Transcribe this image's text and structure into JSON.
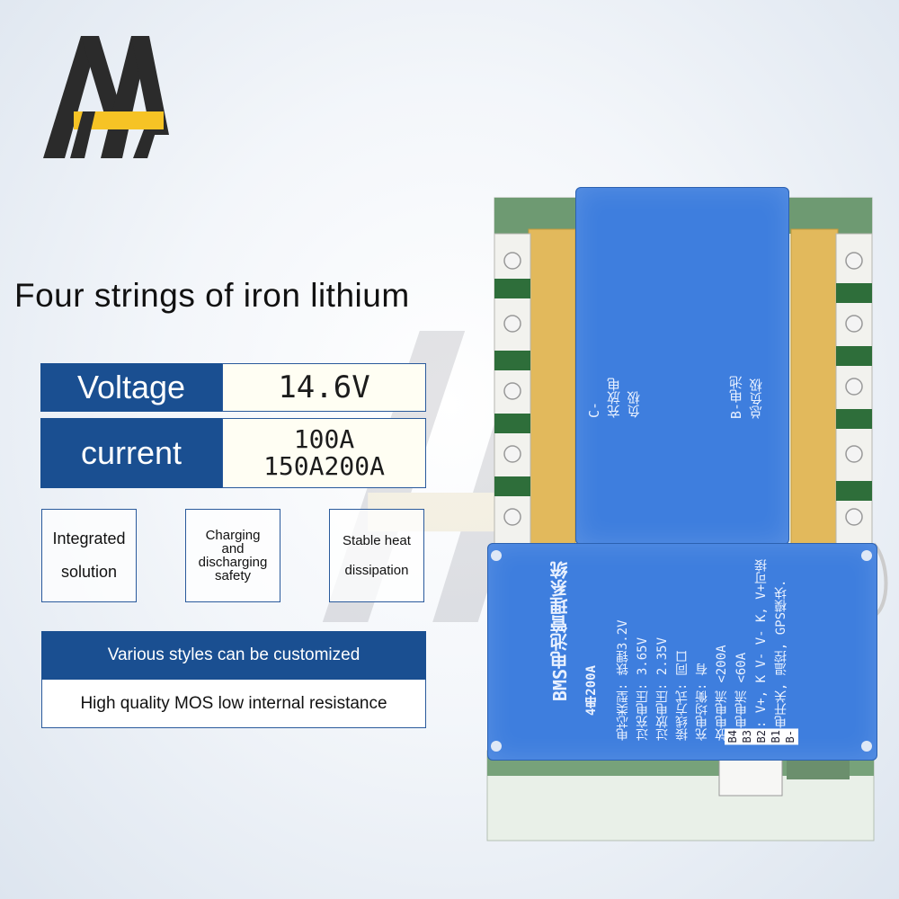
{
  "title": "Four strings of iron lithium",
  "specs": {
    "voltage_label": "Voltage",
    "voltage_value": "14.6V",
    "current_label": "current",
    "current_values": [
      "100A",
      "150A200A"
    ]
  },
  "features": [
    {
      "lines": [
        "Integrated",
        "solution"
      ]
    },
    {
      "lines": [
        "Charging",
        "and",
        "discharging",
        "safety"
      ]
    },
    {
      "lines": [
        "Stable heat",
        "dissipation"
      ]
    }
  ],
  "customization": {
    "banner": "Various styles can be customized",
    "detail": "High quality MOS low internal resistance"
  },
  "board": {
    "left_panel_lines": [
      "C-",
      "充放电",
      "负极"
    ],
    "right_panel_lines": [
      "B-电池",
      "总负极"
    ],
    "bms_title": "BMS电池管理系统",
    "bms_subtitle": "4串200A",
    "bms_specs": [
      "电芯类型: 铁锂3.2V",
      "过充电压: 3.65V",
      "过放电压: 2.35V",
      "接线方式: 同口",
      "充电均衡: 有",
      "放电电流 <200A",
      "充电电流 <60A",
      "注: V+, K V- V- K, V+可接",
      "弱电开关, 温控, GPS模块."
    ],
    "cell_labels": [
      "B4",
      "B3",
      "B2",
      "B1",
      "B-"
    ]
  },
  "colors": {
    "brand_blue": "#1a4f91",
    "board_blue": "#3e7ede",
    "logo_yellow": "#f6c325",
    "logo_dark": "#2b2b2b"
  }
}
